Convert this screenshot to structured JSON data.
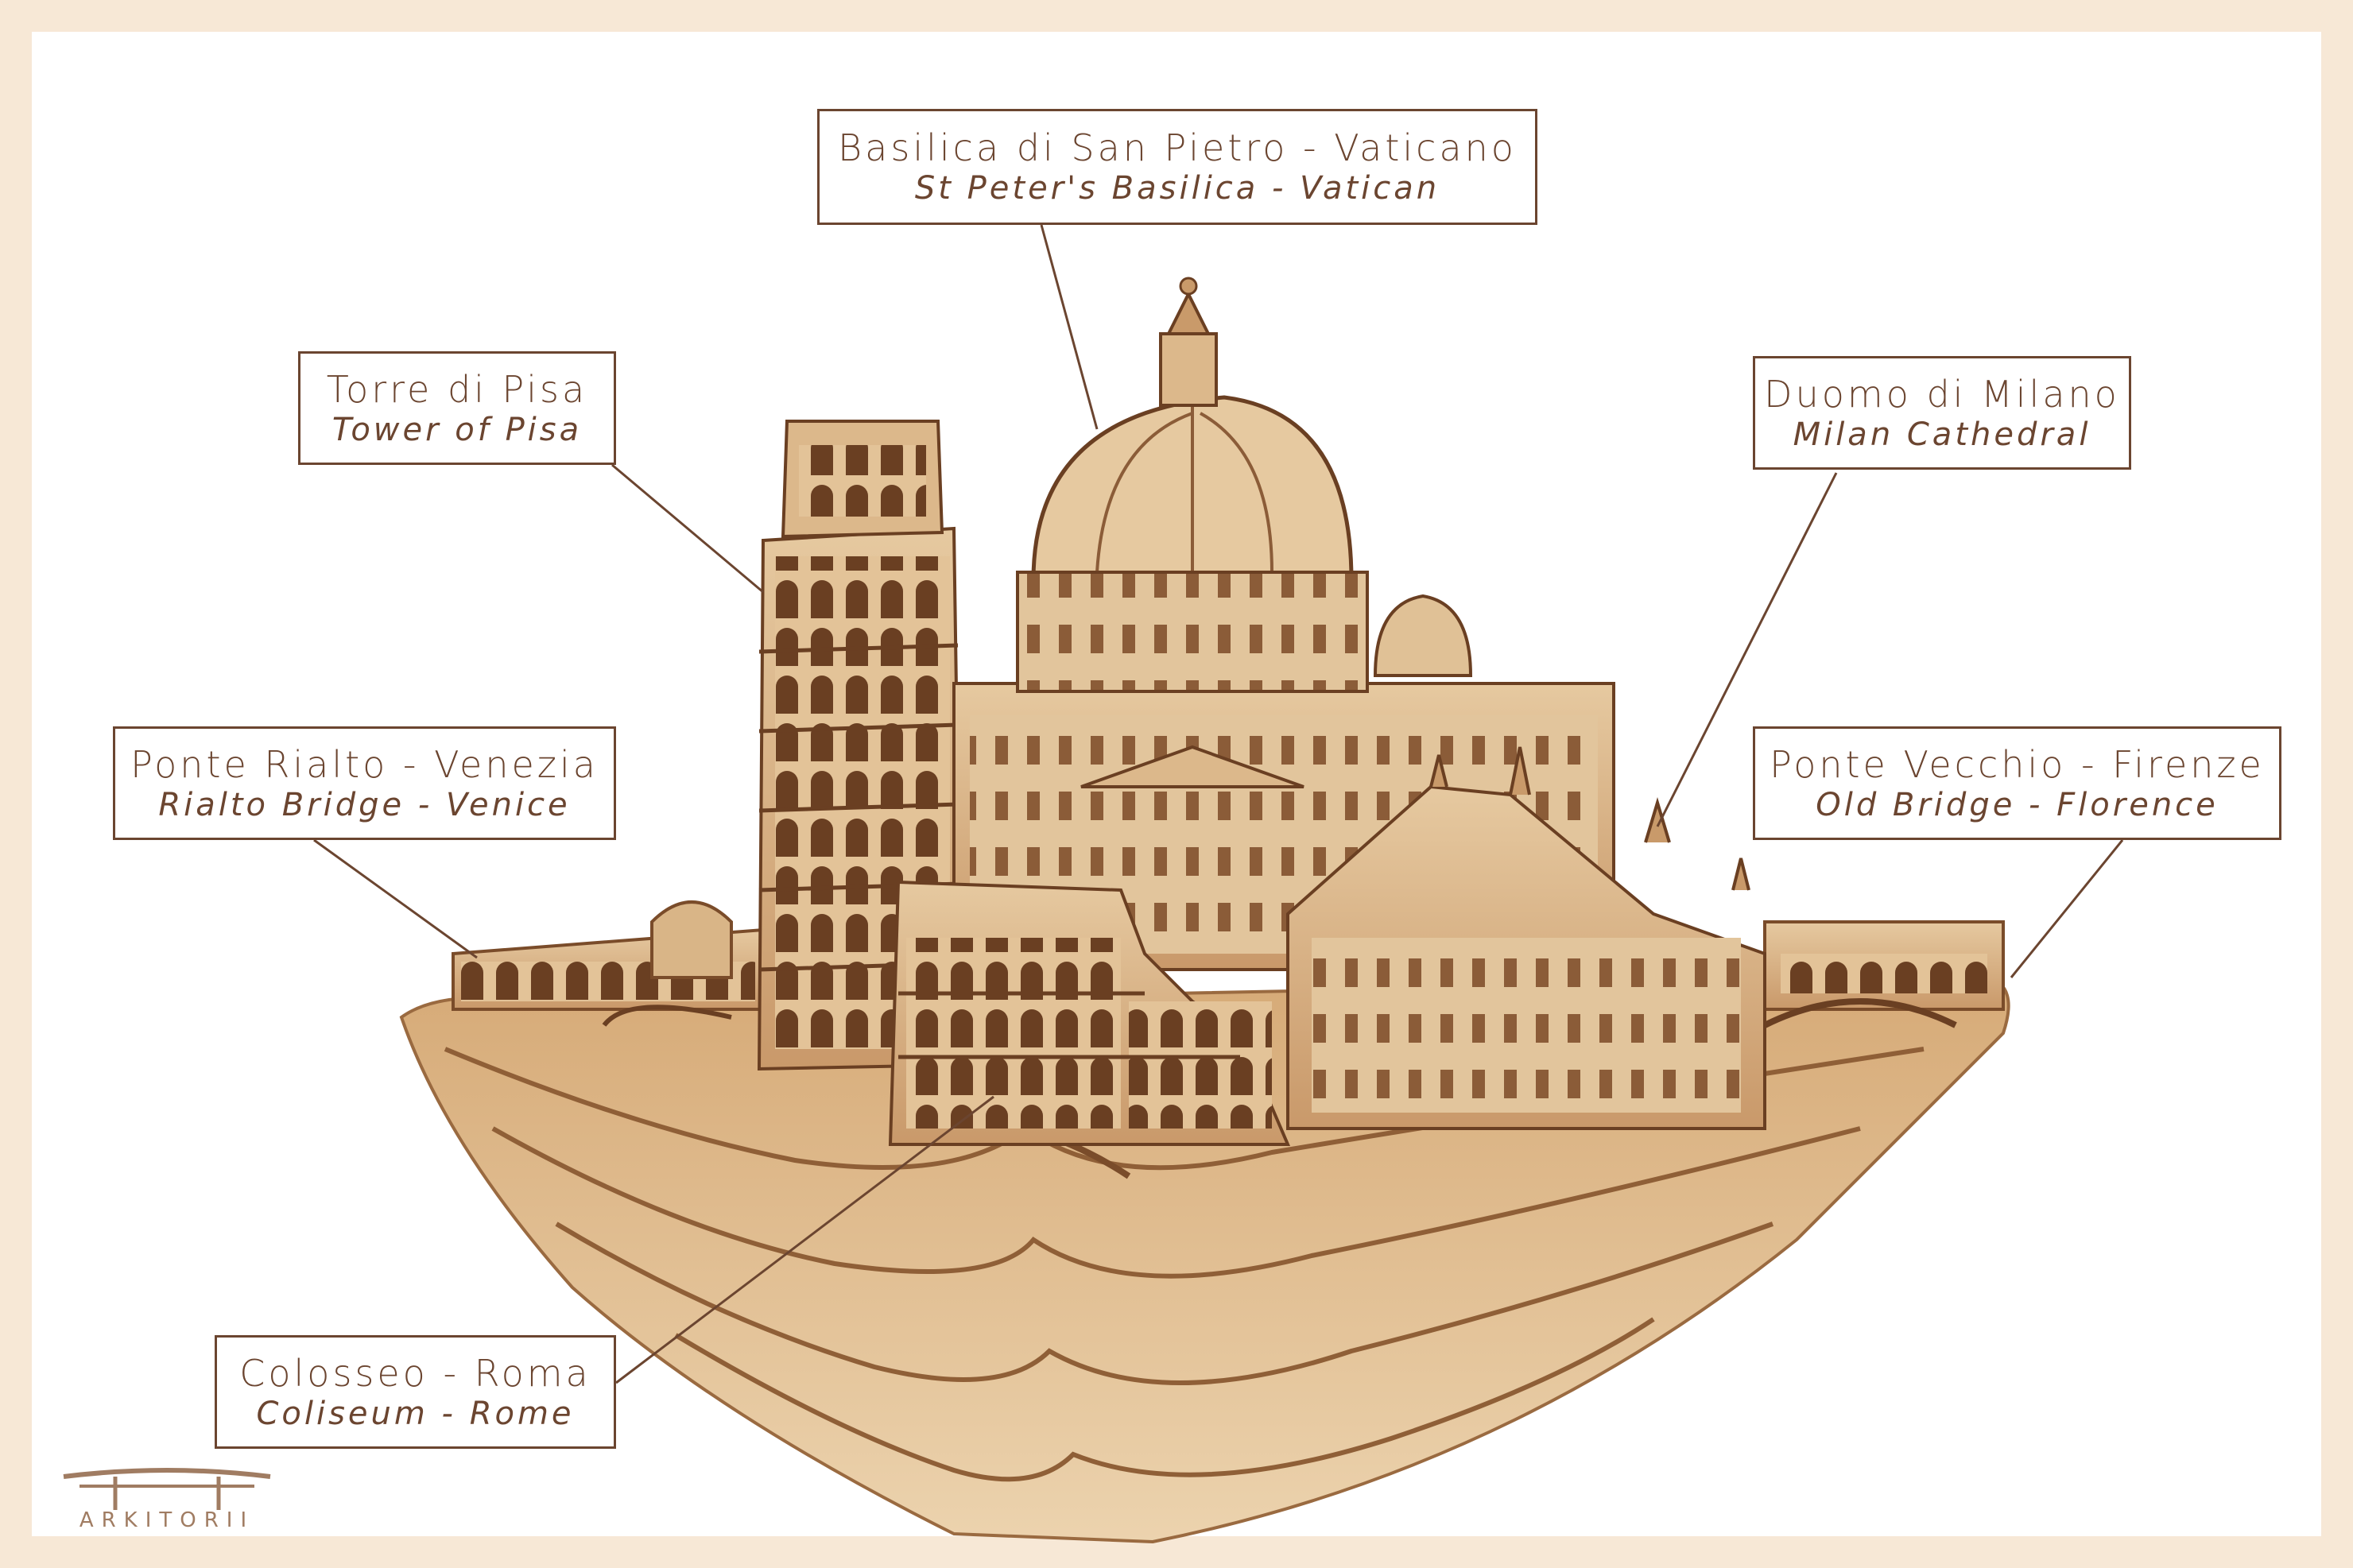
{
  "labels": [
    {
      "id": "basilica",
      "italian": "Basilica di San Pietro - Vaticano",
      "english": "St Peter's Basilica - Vatican"
    },
    {
      "id": "pisa",
      "italian": "Torre di Pisa",
      "english": "Tower of Pisa"
    },
    {
      "id": "milano",
      "italian": "Duomo di Milano",
      "english": "Milan Cathedral"
    },
    {
      "id": "rialto",
      "italian": "Ponte Rialto - Venezia",
      "english": "Rialto Bridge - Venice"
    },
    {
      "id": "vecchio",
      "italian": "Ponte Vecchio - Firenze",
      "english": "Old Bridge - Florence"
    },
    {
      "id": "colosseo",
      "italian": "Colosseo - Roma",
      "english": "Coliseum - Rome"
    }
  ],
  "logo": {
    "text": "ARKITORII",
    "icon": "torii-gate-icon"
  },
  "colors": {
    "frame": "#f7e8d6",
    "label": "#6b4530",
    "wood_light": "#e8c79e",
    "wood_dark": "#8a5a34"
  }
}
